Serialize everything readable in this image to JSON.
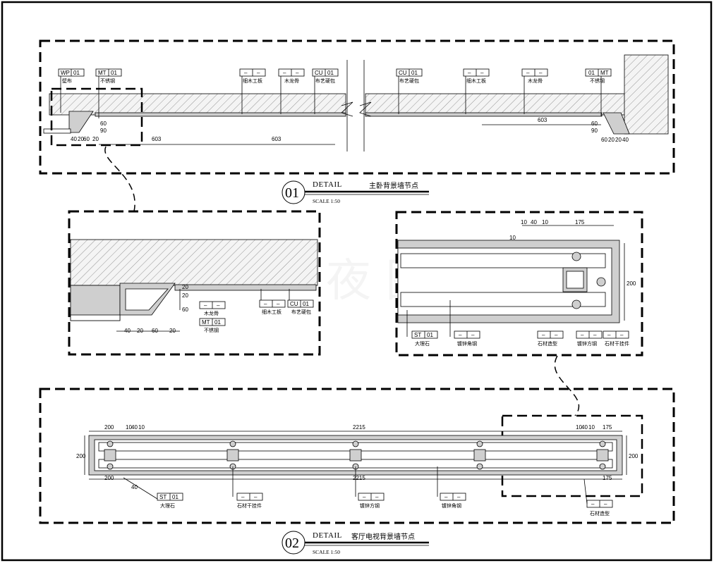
{
  "details": [
    {
      "code": "01",
      "label": "DETAIL",
      "title": "主卧背景墙节点",
      "scale": "SCALE 1:50",
      "tags": [
        {
          "a": "WP",
          "b": "01",
          "note": "壁布"
        },
        {
          "a": "MT",
          "b": "01",
          "note": "不锈钢"
        },
        {
          "a": "–",
          "b": "–",
          "note": "细木工板"
        },
        {
          "a": "–",
          "b": "–",
          "note": "木龙骨"
        },
        {
          "a": "CU",
          "b": "01",
          "note": "布艺硬包"
        },
        {
          "a": "CU",
          "b": "01",
          "note": "布艺硬包"
        },
        {
          "a": "–",
          "b": "–",
          "note": "细木工板"
        },
        {
          "a": "–",
          "b": "–",
          "note": "木龙骨"
        },
        {
          "a": "01",
          "b": "MT",
          "note": "不锈钢"
        }
      ],
      "dims": [
        "40",
        "20",
        "60",
        "20",
        "603",
        "603",
        "603",
        "60",
        "90",
        "60",
        "20",
        "20",
        "40",
        "90",
        "60"
      ]
    },
    {
      "code": "02",
      "label": "DETAIL",
      "title": "客厅电视背景墙节点",
      "scale": "SCALE 1:50",
      "tags": [
        {
          "a": "ST",
          "b": "01",
          "note": "大理石"
        },
        {
          "a": "–",
          "b": "–",
          "note": "石材干挂件"
        },
        {
          "a": "–",
          "b": "–",
          "note": "镀锌方钢"
        },
        {
          "a": "–",
          "b": "–",
          "note": "镀锌角钢"
        },
        {
          "a": "–",
          "b": "–",
          "note": "石材造型"
        }
      ],
      "dims": [
        "200",
        "10",
        "40",
        "10",
        "2215",
        "10",
        "40",
        "10",
        "175",
        "200",
        "200",
        "200",
        "2215",
        "175",
        "40"
      ]
    }
  ],
  "enlarged_left": {
    "tags": [
      {
        "a": "–",
        "b": "–",
        "note": "木龙骨"
      },
      {
        "a": "MT",
        "b": "01",
        "note": "不锈钢"
      },
      {
        "a": "–",
        "b": "–",
        "note": "细木工板"
      },
      {
        "a": "CU",
        "b": "01",
        "note": "布艺硬包"
      }
    ],
    "dims": [
      "40",
      "20",
      "60",
      "20",
      "60",
      "20",
      "20"
    ]
  },
  "enlarged_right": {
    "tags": [
      {
        "a": "ST",
        "b": "01",
        "note": "大理石"
      },
      {
        "a": "–",
        "b": "–",
        "note": "镀锌角钢"
      },
      {
        "a": "–",
        "b": "–",
        "note": "石材造型"
      },
      {
        "a": "–",
        "b": "–",
        "note": "镀锌方钢"
      },
      {
        "a": "–",
        "b": "–",
        "note": "石材干挂件"
      }
    ],
    "dims": [
      "10",
      "40",
      "10",
      "175",
      "200",
      "10"
    ]
  },
  "watermark": "夜 图"
}
